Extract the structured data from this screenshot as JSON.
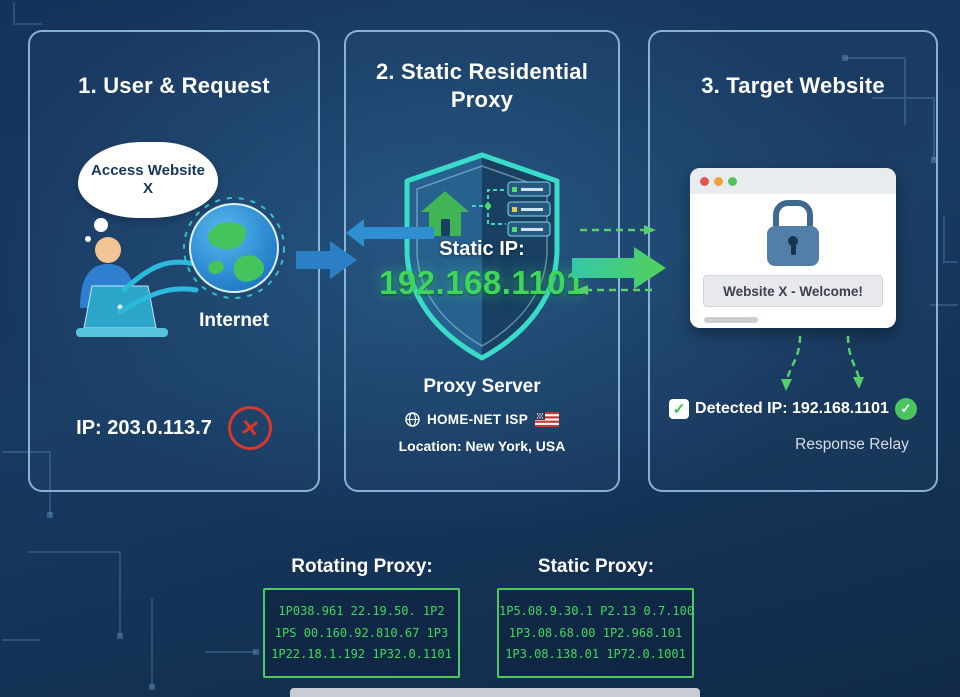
{
  "icons": {
    "check": "✓",
    "cross": "✕"
  },
  "colors": {
    "accent_green": "#3fd65c",
    "accent_blue": "#2e86c1",
    "alert_red": "#d8372c",
    "shield_teal": "#3adcc9",
    "panel_border": "#a3d0ee"
  },
  "panels": [
    {
      "title": "1. User & Request",
      "thought_bubble": "Access Website X",
      "internet_label": "Internet",
      "ip_text": "IP: 203.0.113.7"
    },
    {
      "title": "2. Static Residential Proxy",
      "static_ip_label": "Static IP:",
      "static_ip_value": "192.168.1101",
      "server_label": "Proxy Server",
      "isp_label": "HOME-NET ISP",
      "location_label": "Location: New York, USA"
    },
    {
      "title": "3. Target Website",
      "address_bar": "Website X - Welcome!",
      "detected_ip": "Detected IP: 192.168.1101",
      "response_label": "Response Relay"
    }
  ],
  "bottom": {
    "rotating": {
      "title": "Rotating Proxy:",
      "lines": [
        "1P038.961 22.19.50. 1P2",
        "1PS 00.160.92.810.67 1P3",
        "1P22.18.1.192 1P32.0.1101"
      ]
    },
    "static": {
      "title": "Static Proxy:",
      "lines": [
        "1P5.08.9.30.1 P2.13 0.7.100",
        "1P3.08.68.00 1P2.968.101",
        "1P3.08.138.01 1P72.0.1001"
      ]
    }
  }
}
